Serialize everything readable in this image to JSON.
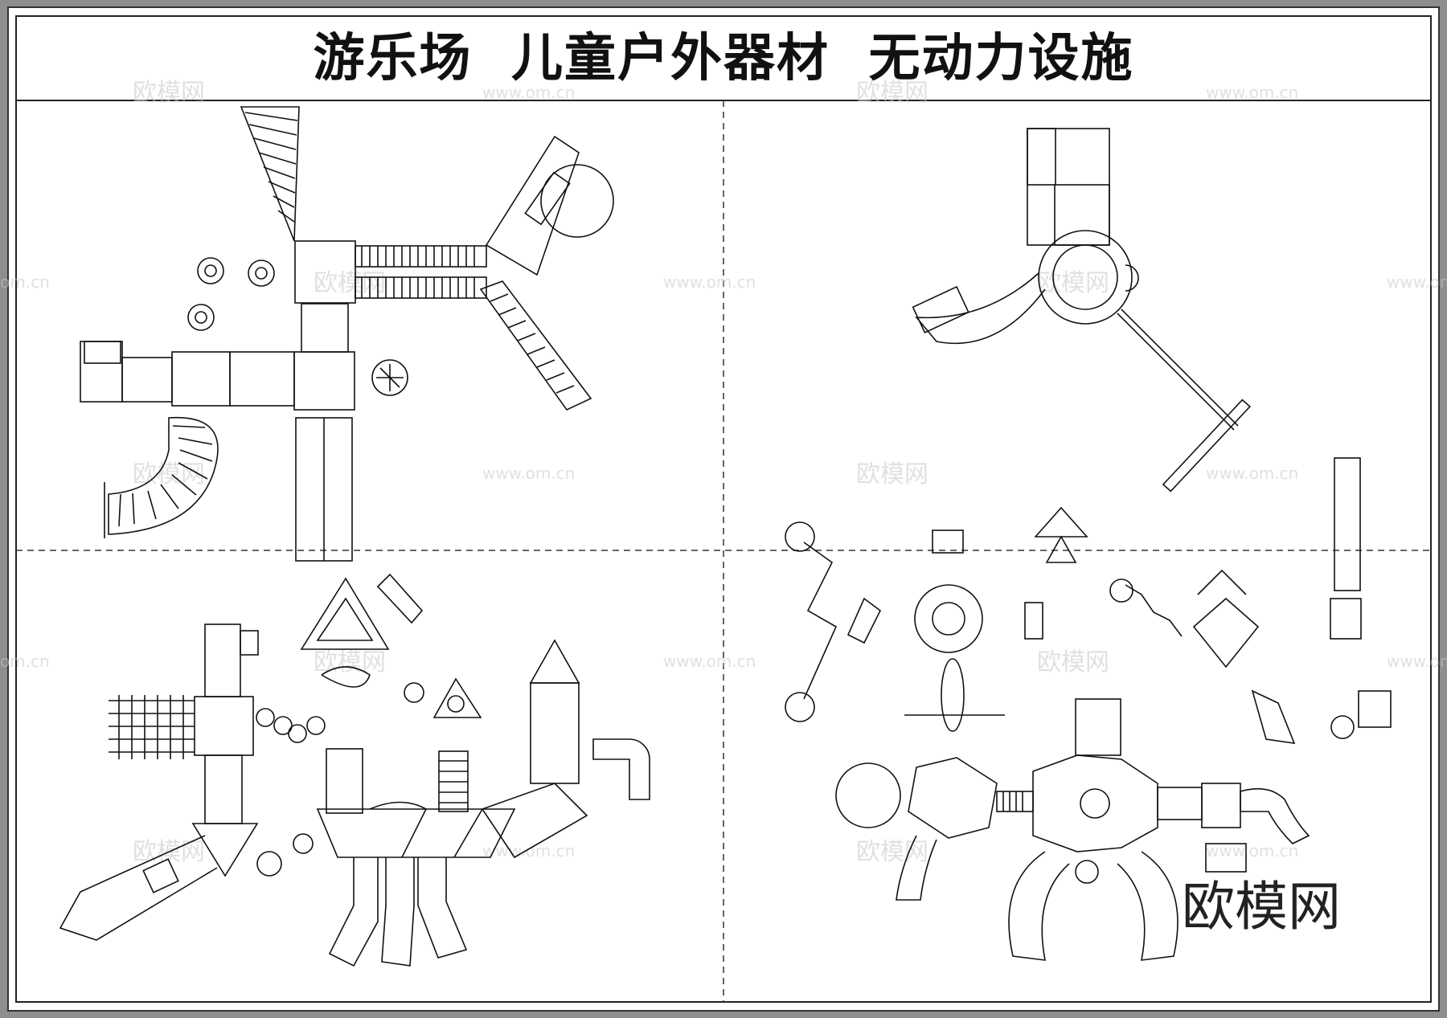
{
  "title": "游乐场  儿童户外器材  无动力设施",
  "brand_mark": "欧模网",
  "watermark": {
    "cn": "欧模网",
    "url": "www.om.cn",
    "url_short": "om.cn"
  },
  "colors": {
    "frame_outer": "#8e8e8e",
    "line": "#111111",
    "background": "#ffffff"
  }
}
